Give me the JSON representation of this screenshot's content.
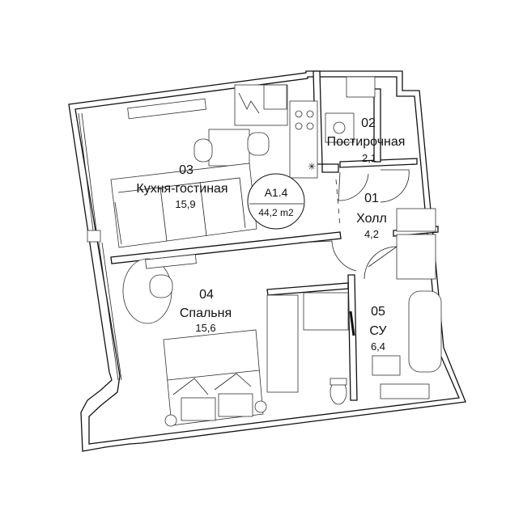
{
  "apartment": {
    "code": "А1.4",
    "total_area": "44,2 m2"
  },
  "rooms": [
    {
      "number": "03",
      "name": "Кухня-гостиная",
      "area": "15,9"
    },
    {
      "number": "02",
      "name": "Постирочная",
      "area": "2,1"
    },
    {
      "number": "01",
      "name": "Холл",
      "area": "4,2"
    },
    {
      "number": "04",
      "name": "Спальня",
      "area": "15,6"
    },
    {
      "number": "05",
      "name": "СУ",
      "area": "6,4"
    }
  ],
  "colors": {
    "line": "#111111",
    "background": "#ffffff"
  }
}
